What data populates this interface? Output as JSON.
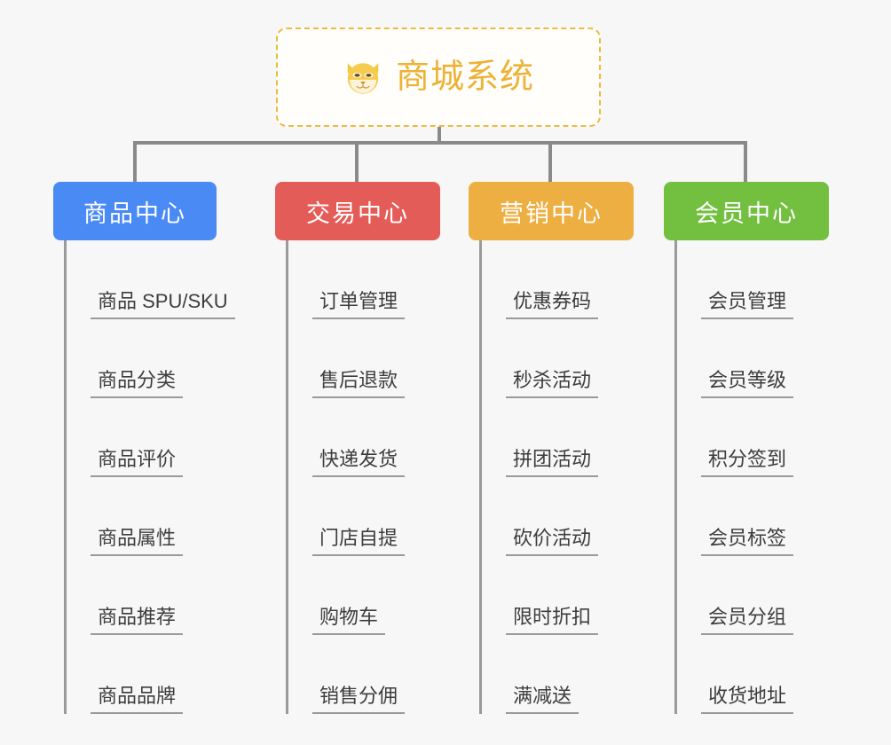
{
  "root": {
    "title": "商城系统",
    "icon": "shiba-dog-face-icon",
    "border_color": "#eeb93f",
    "text_color": "#edb235",
    "background": "#fffefb"
  },
  "canvas": {
    "background": "#f7f7f7",
    "line_color": "#8a8a8a"
  },
  "categories": [
    {
      "label": "商品中心",
      "color": "#4a8af4",
      "items": [
        {
          "label": "商品 SPU/SKU"
        },
        {
          "label": "商品分类"
        },
        {
          "label": "商品评价"
        },
        {
          "label": "商品属性"
        },
        {
          "label": "商品推荐"
        },
        {
          "label": "商品品牌"
        }
      ]
    },
    {
      "label": "交易中心",
      "color": "#e45c58",
      "items": [
        {
          "label": "订单管理"
        },
        {
          "label": "售后退款"
        },
        {
          "label": "快递发货"
        },
        {
          "label": "门店自提"
        },
        {
          "label": "购物车"
        },
        {
          "label": "销售分佣"
        }
      ]
    },
    {
      "label": "营销中心",
      "color": "#edaf42",
      "items": [
        {
          "label": "优惠券码"
        },
        {
          "label": "秒杀活动"
        },
        {
          "label": "拼团活动"
        },
        {
          "label": "砍价活动"
        },
        {
          "label": "限时折扣"
        },
        {
          "label": "满减送"
        }
      ]
    },
    {
      "label": "会员中心",
      "color": "#73c041",
      "items": [
        {
          "label": "会员管理"
        },
        {
          "label": "会员等级"
        },
        {
          "label": "积分签到"
        },
        {
          "label": "会员标签"
        },
        {
          "label": "会员分组"
        },
        {
          "label": "收货地址"
        }
      ]
    }
  ]
}
